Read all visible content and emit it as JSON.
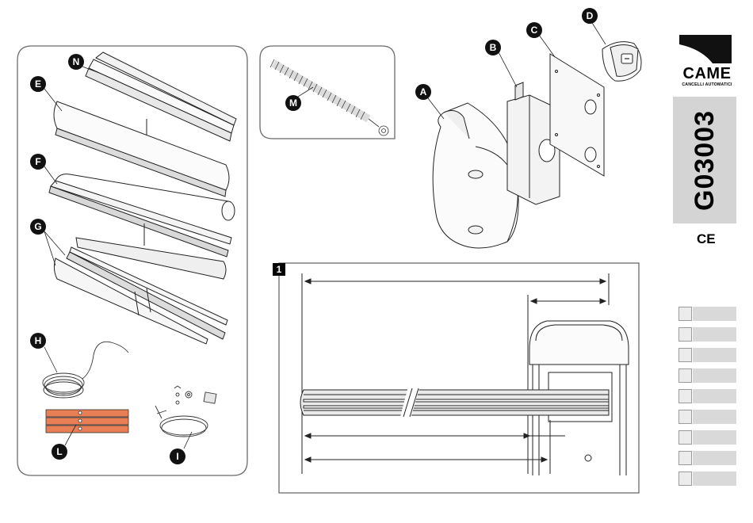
{
  "callouts": {
    "A": "A",
    "B": "B",
    "C": "C",
    "D": "D",
    "E": "E",
    "F": "F",
    "G": "G",
    "H": "H",
    "I": "I",
    "L": "L",
    "M": "M",
    "N": "N"
  },
  "brand": {
    "name": "CAME",
    "tagline": "CANCELLI AUTOMATICI"
  },
  "product_code": "G03003",
  "certification_mark": "CE",
  "figure": {
    "number": "1"
  },
  "language_tabs": [
    "",
    "",
    "",
    "",
    "",
    "",
    "",
    "",
    ""
  ],
  "colors": {
    "code_band": "#d4d4d4",
    "callout_fill": "#111111",
    "light_strip": "#e87f55",
    "panel_border": "#6b6b6b"
  }
}
